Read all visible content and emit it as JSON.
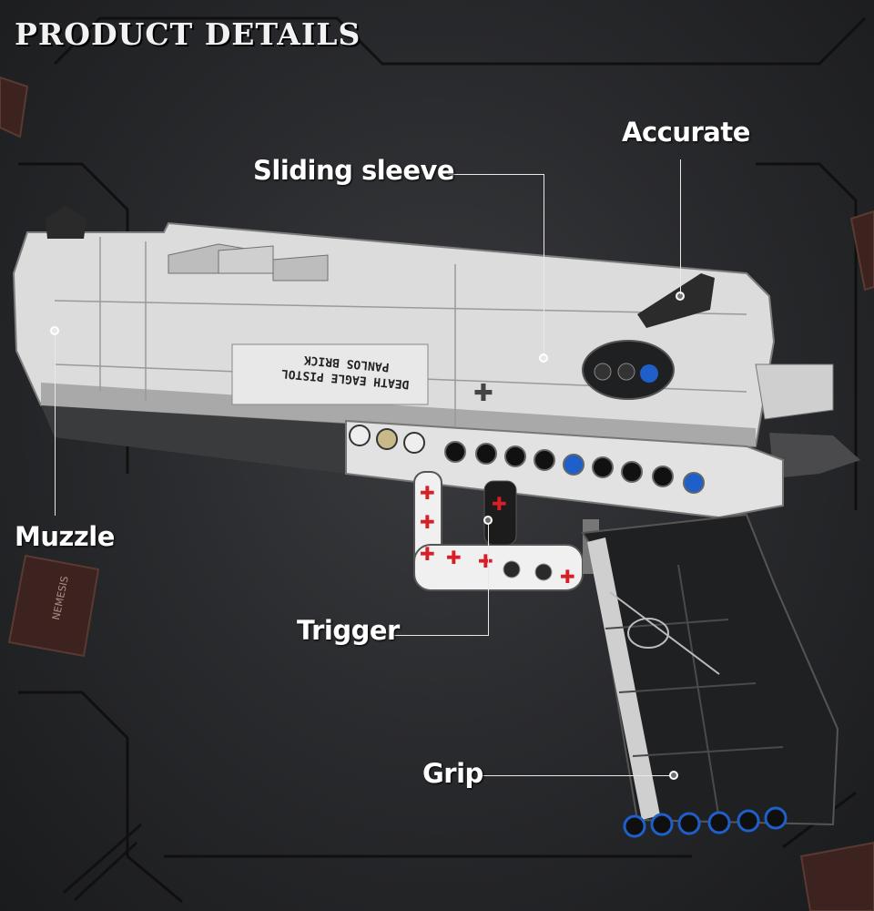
{
  "title": "PRODUCT DETAILS",
  "callouts": {
    "accurate": "Accurate",
    "sliding_sleeve": "Sliding sleeve",
    "muzzle": "Muzzle",
    "trigger": "Trigger",
    "grip": "Grip"
  },
  "engraving": {
    "line1": "DEATH EAGLE PISTOL",
    "line2": "PANLOS BRICK"
  },
  "card_text": "NEMESIS",
  "colors": {
    "background": "#2a2b2e",
    "slide": "#d9d9d9",
    "grip": "#1f2022",
    "accent_red": "#d81f26",
    "accent_blue": "#1f5fc9"
  }
}
